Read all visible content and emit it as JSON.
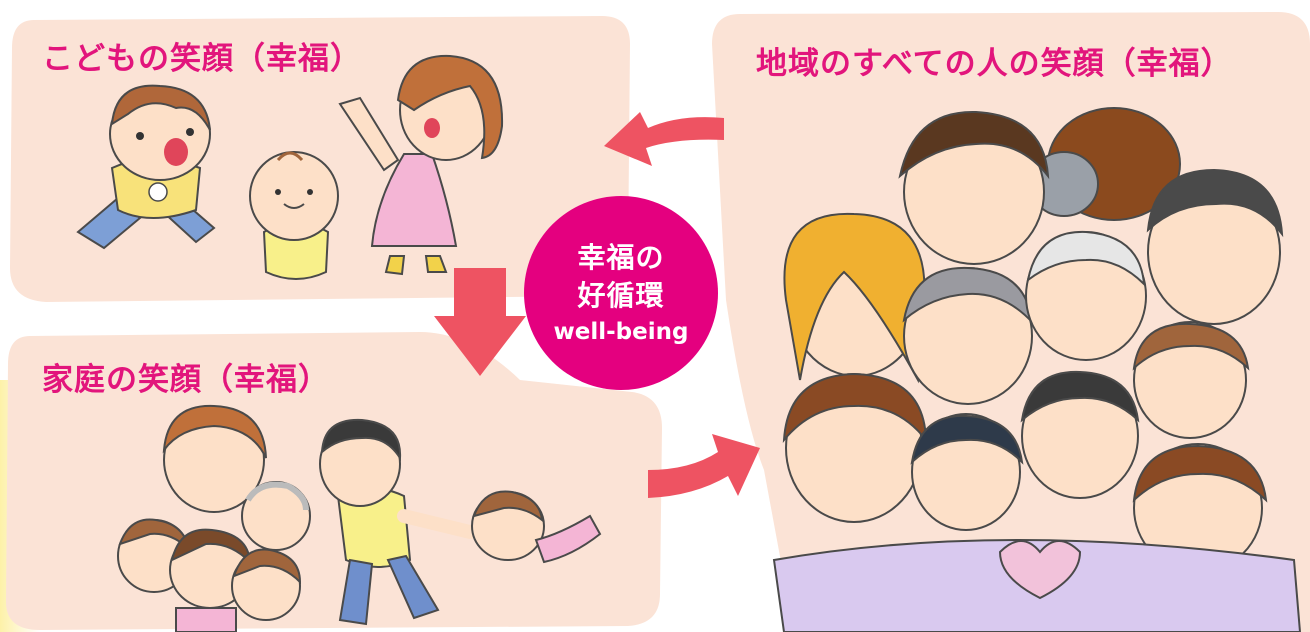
{
  "colors": {
    "panel_fill": "#fbe3d6",
    "title_color": "#e2157c",
    "circle_fill": "#e4007f",
    "arrow_color": "#ee5362",
    "yellow_glow": "#fdf1a8"
  },
  "panels": {
    "children": {
      "title": "こどもの笑顔（幸福）"
    },
    "family": {
      "title": "家庭の笑顔（幸福）"
    },
    "community": {
      "title": "地域のすべての人の笑顔（幸福）"
    }
  },
  "center": {
    "line1": "幸福の",
    "line2": "好循環",
    "line3": "well-being"
  },
  "arrows": [
    {
      "from": "community",
      "to": "children",
      "icon": "curved-arrow-left"
    },
    {
      "from": "children",
      "to": "family",
      "icon": "arrow-down"
    },
    {
      "from": "family",
      "to": "community",
      "icon": "arrow-up-right"
    }
  ]
}
